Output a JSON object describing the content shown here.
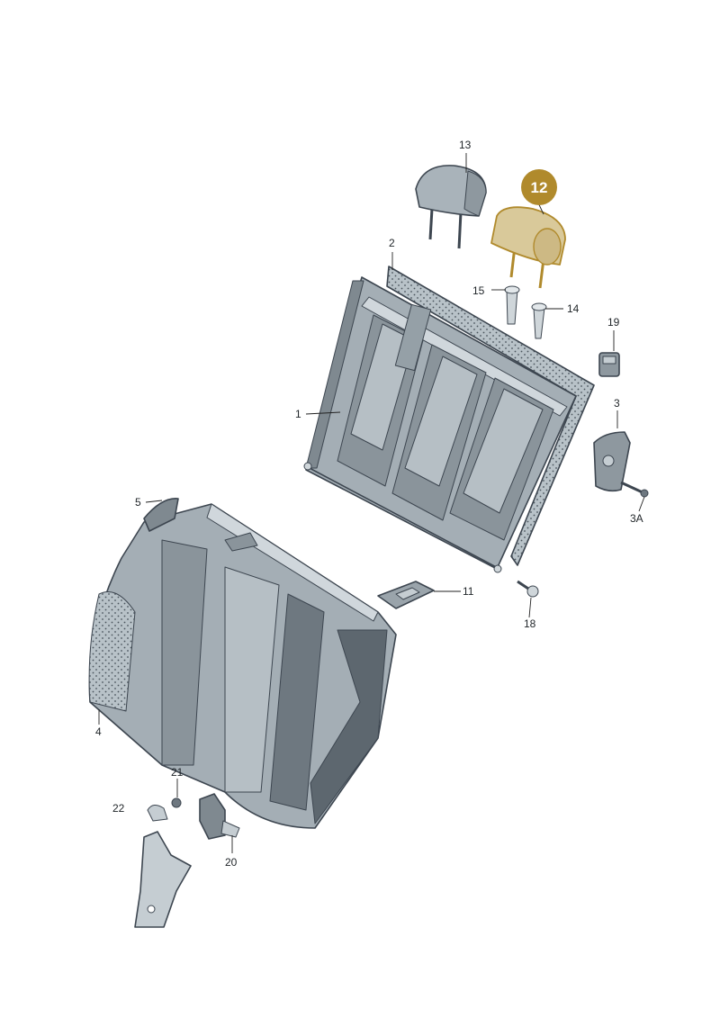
{
  "diagram": {
    "highlighted_part": "12",
    "colors": {
      "part_fill": "#a9b3ba",
      "part_shade": "#6e7880",
      "part_light": "#d6dde1",
      "outline": "#3d4650",
      "highlight_fill": "#d9c99a",
      "highlight_outline": "#b08a2c",
      "badge": "#b08a2c"
    },
    "labels": {
      "p1": "1",
      "p2": "2",
      "p3": "3",
      "p3a": "3A",
      "p4": "4",
      "p5": "5",
      "p11": "11",
      "p12": "12",
      "p13": "13",
      "p14": "14",
      "p15": "15",
      "p18": "18",
      "p19": "19",
      "p20": "20",
      "p21": "21",
      "p22": "22"
    }
  }
}
